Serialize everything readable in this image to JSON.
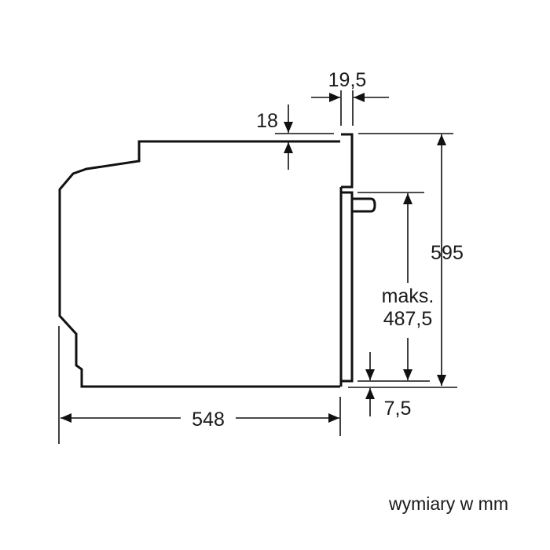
{
  "dimensions": {
    "door_thickness": "19,5",
    "top_offset": "18",
    "total_height": "595",
    "max_label": "maks.",
    "max_height": "487,5",
    "bottom_offset": "7,5",
    "depth": "548"
  },
  "caption": "wymiary w mm",
  "colors": {
    "line": "#111111",
    "background": "#ffffff"
  }
}
